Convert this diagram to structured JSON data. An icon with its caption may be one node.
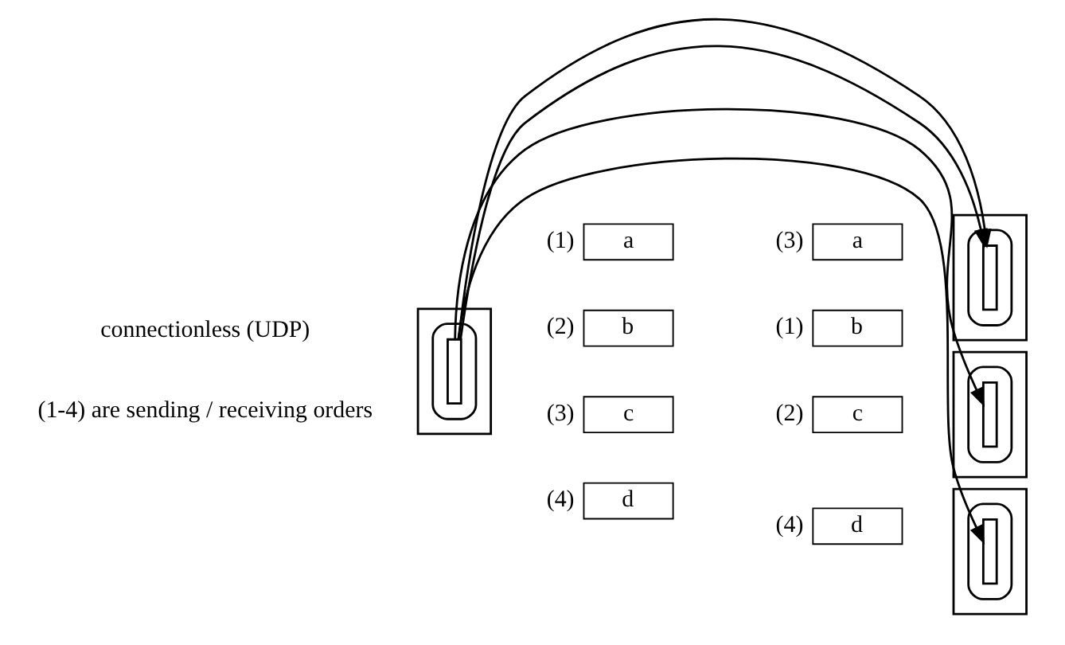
{
  "diagram": {
    "nodes": [
      {
        "text": [],
        "shape": "box"
      },
      {
        "text": [],
        "shape": "ellipse",
        "in": 0
      },
      {
        "text": [],
        "shape": "bar",
        "in": 1
      },
      {
        "text": [],
        "shape": "box"
      },
      {
        "text": [],
        "shape": "ellipse",
        "in": 3
      },
      {
        "text": [],
        "shape": "bar",
        "in": 4
      },
      {
        "text": [],
        "shape": "box"
      },
      {
        "text": [],
        "shape": "ellipse",
        "in": 6
      },
      {
        "text": [],
        "shape": "bar",
        "in": 7
      },
      {
        "text": [],
        "shape": "box"
      },
      {
        "text": [],
        "shape": "ellipse",
        "in": 9
      },
      {
        "text": [],
        "shape": "bar",
        "in": 10
      },
      {
        "text": [
          "a"
        ],
        "beside": [
          "(1)"
        ]
      },
      {
        "text": [
          "b"
        ],
        "beside": [
          "(2)"
        ]
      },
      {
        "text": [
          "c"
        ],
        "beside": [
          "(3)"
        ]
      },
      {
        "text": [
          "d"
        ],
        "beside": [
          "(4)"
        ]
      },
      {
        "text": [
          "a"
        ],
        "beside": [
          "(3)"
        ]
      },
      {
        "text": [
          "b"
        ],
        "beside": [
          "(1)"
        ]
      },
      {
        "text": [
          "c"
        ],
        "beside": [
          "(2)"
        ]
      },
      {
        "text": [
          "d"
        ],
        "beside": [
          "(4)"
        ]
      }
    ],
    "edges": [
      {
        "from": 2,
        "to": 5,
        "arrow": "to"
      },
      {
        "from": 2,
        "to": 5,
        "arrow": "to"
      },
      {
        "from": 2,
        "to": 8,
        "arrow": "to"
      },
      {
        "from": 2,
        "to": 11,
        "arrow": "to"
      }
    ],
    "labels": [
      "connectionless (UDP)",
      "(1-4) are sending / receiving orders"
    ]
  }
}
